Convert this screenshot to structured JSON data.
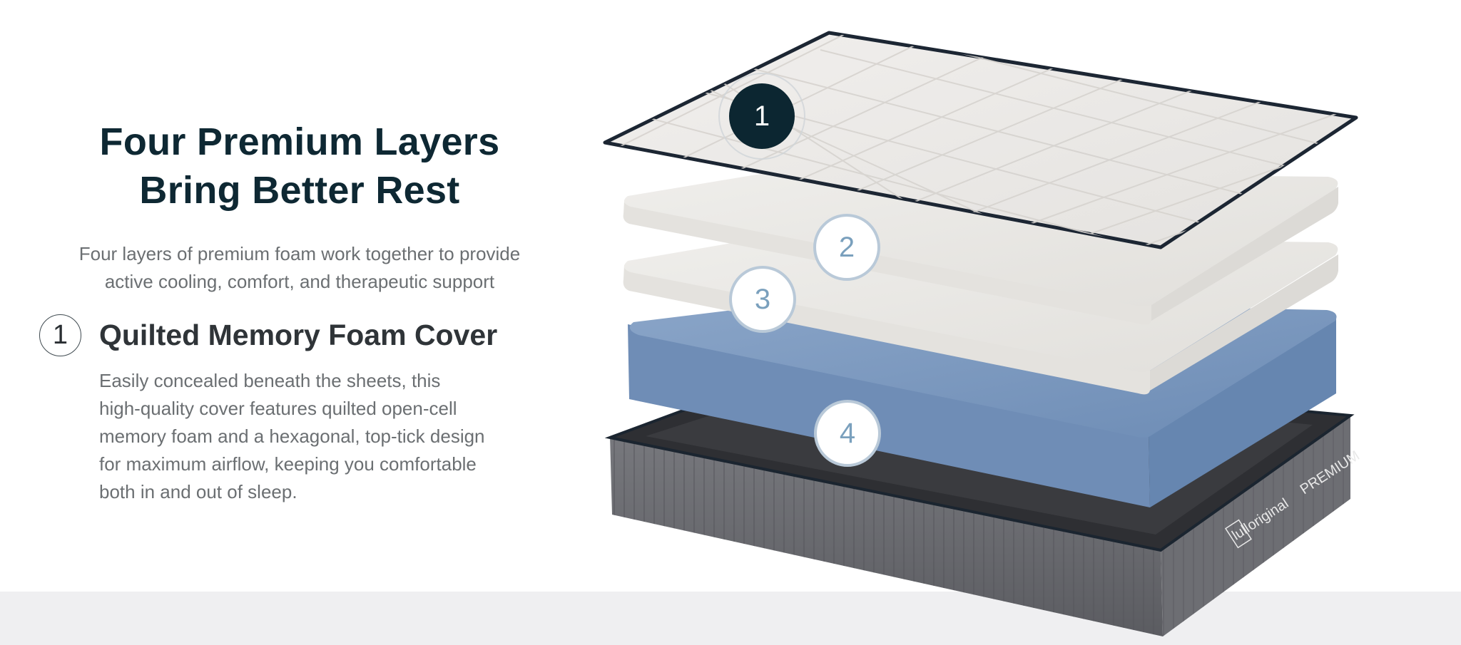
{
  "headline": {
    "line1": "Four Premium Layers",
    "line2": "Bring Better Rest"
  },
  "intro": {
    "line1": "Four layers of premium foam work together to provide",
    "line2": "active cooling, comfort, and therapeutic support"
  },
  "feature": {
    "number": "1",
    "title": "Quilted Memory Foam Cover",
    "description_lines": [
      "Easily concealed beneath the sheets, this",
      "high-quality cover features quilted open-cell",
      "memory foam and a hexagonal, top-tick design",
      "for maximum airflow, keeping you comfortable",
      "both in and out of sleep."
    ]
  },
  "layer_markers": [
    {
      "label": "1",
      "active": true
    },
    {
      "label": "2",
      "active": false
    },
    {
      "label": "3",
      "active": false
    },
    {
      "label": "4",
      "active": false
    }
  ],
  "brand": {
    "logo": "lull",
    "name": "original",
    "tier": "PREMIUM"
  },
  "colors": {
    "heading": "#0e2833",
    "body_text": "#6b6f72",
    "marker_active": "#0c2631",
    "marker_inactive_text": "#7aa0bd",
    "blue_layer": "#7b98be",
    "base_layer": "#6a6b70",
    "bottom_band": "#efeff1"
  }
}
